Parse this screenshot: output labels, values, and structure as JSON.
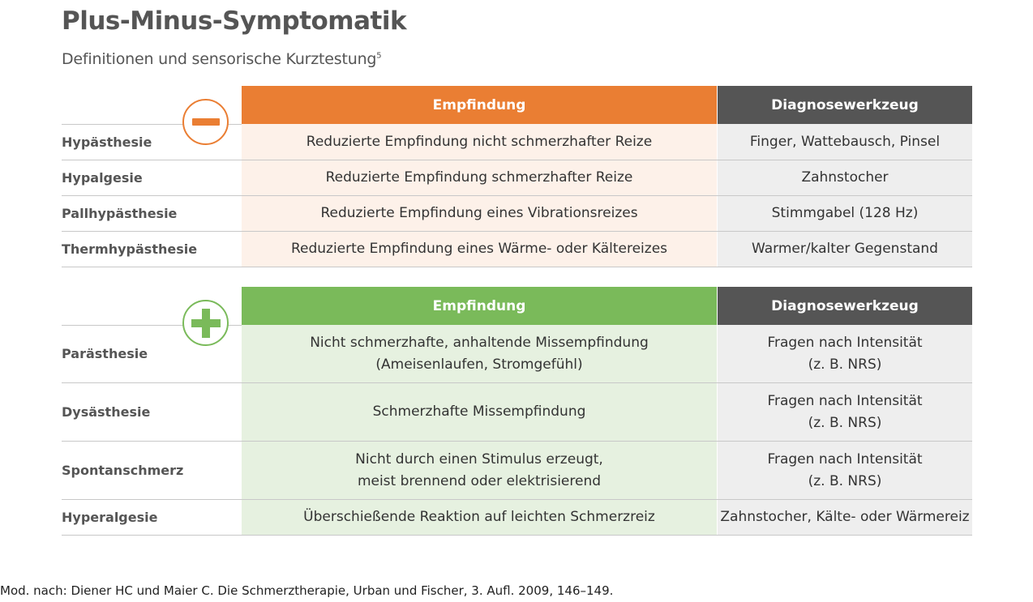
{
  "title": "Plus-Minus-Symptomatik",
  "subtitle": "Definitionen und sensorische Kurztestung",
  "subtitle_ref": "5",
  "colors": {
    "minus_accent": "#ea7e33",
    "plus_accent": "#7aba5a",
    "tool_header": "#555555"
  },
  "minus_table": {
    "icon": "minus-icon",
    "header_empfindung": "Empfindung",
    "header_diagnose": "Diagnosewerkzeug",
    "rows": [
      {
        "term": "Hypästhesie",
        "def": [
          "Reduzierte Empfindung nicht schmerzhafter Reize"
        ],
        "tool": [
          "Finger, Wattebausch, Pinsel"
        ]
      },
      {
        "term": "Hypalgesie",
        "def": [
          "Reduzierte Empfindung schmerzhafter Reize"
        ],
        "tool": [
          "Zahnstocher"
        ]
      },
      {
        "term": "Pallhypästhesie",
        "def": [
          "Reduzierte Empfindung eines Vibrationsreizes"
        ],
        "tool": [
          "Stimmgabel (128 Hz)"
        ]
      },
      {
        "term": "Thermhypästhesie",
        "def": [
          "Reduzierte Empfindung eines Wärme- oder Kältereizes"
        ],
        "tool": [
          "Warmer/kalter Gegenstand"
        ]
      }
    ]
  },
  "plus_table": {
    "icon": "plus-icon",
    "header_empfindung": "Empfindung",
    "header_diagnose": "Diagnosewerkzeug",
    "rows": [
      {
        "term": "Parästhesie",
        "def": [
          "Nicht schmerzhafte, anhaltende Missempfindung",
          "(Ameisenlaufen, Stromgefühl)"
        ],
        "tool": [
          "Fragen nach Intensität",
          "(z. B. NRS)"
        ]
      },
      {
        "term": "Dysästhesie",
        "def": [
          "Schmerzhafte Missempfindung"
        ],
        "tool": [
          "Fragen nach Intensität",
          "(z. B. NRS)"
        ]
      },
      {
        "term": "Spontanschmerz",
        "def": [
          "Nicht durch einen Stimulus erzeugt,",
          "meist brennend oder elektrisierend"
        ],
        "tool": [
          "Fragen nach Intensität",
          "(z. B. NRS)"
        ]
      },
      {
        "term": "Hyperalgesie",
        "def": [
          "Überschießende Reaktion auf leichten Schmerzreiz"
        ],
        "tool": [
          "Zahnstocher, Kälte- oder Wärmereiz"
        ]
      }
    ]
  },
  "footnote": "Mod. nach: Diener HC und Maier C. Die Schmerztherapie, Urban und Fischer, 3. Aufl. 2009, 146–149."
}
